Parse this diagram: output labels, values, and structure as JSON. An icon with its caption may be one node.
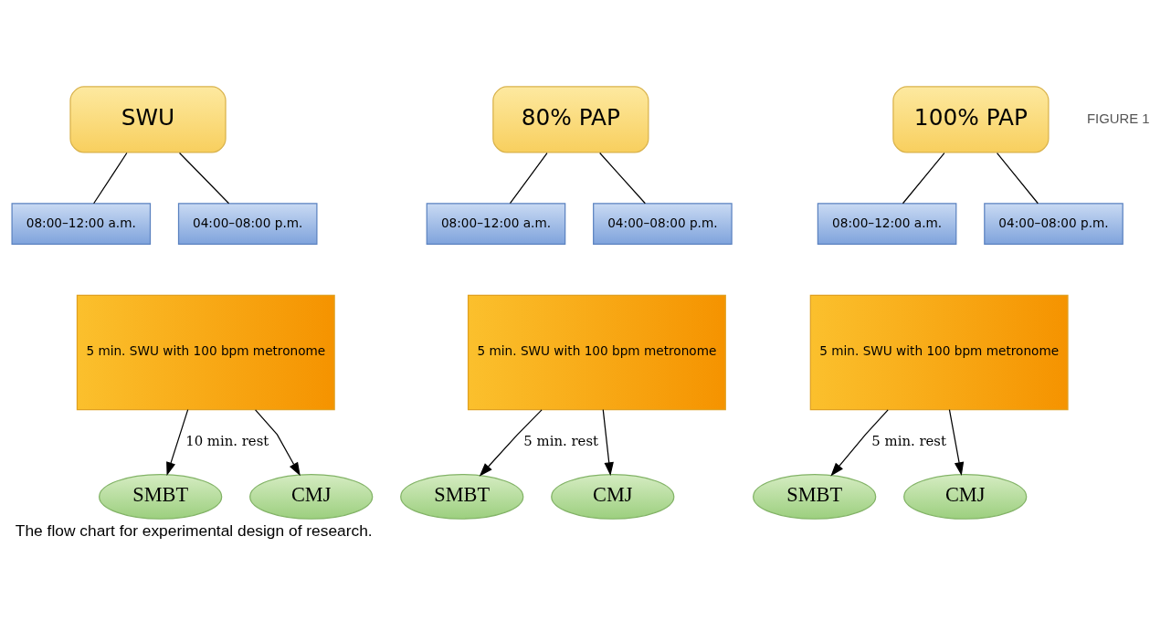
{
  "diagram": {
    "caption": "The flow chart for experimental design of research.",
    "nodes": [
      {
        "text": [
          "SWU"
        ]
      },
      {
        "text": [
          "08:00–12:00 a.m."
        ]
      },
      {
        "text": [
          "04:00–08:00 p.m."
        ]
      },
      {
        "text": [
          "5 min. SWU with 100 bpm metronome"
        ]
      },
      {
        "text": [
          "SMBT"
        ]
      },
      {
        "text": [
          "CMJ"
        ]
      },
      {
        "text": [
          "80% PAP"
        ]
      },
      {
        "text": [
          "08:00–12:00 a.m."
        ]
      },
      {
        "text": [
          "04:00–08:00 p.m."
        ]
      },
      {
        "text": [
          "5 min. SWU with 100 bpm metronome"
        ]
      },
      {
        "text": [
          "SMBT"
        ]
      },
      {
        "text": [
          "CMJ"
        ]
      },
      {
        "text": [
          "100% PAP"
        ]
      },
      {
        "text": [
          "08:00–12:00 a.m."
        ]
      },
      {
        "text": [
          "04:00–08:00 p.m."
        ]
      },
      {
        "text": [
          "5 min. SWU with 100 bpm metronome"
        ]
      },
      {
        "text": [
          "SMBT"
        ]
      },
      {
        "text": [
          "CMJ"
        ]
      }
    ],
    "edges": [
      {
        "from": 0,
        "to": 1,
        "arrow": "none"
      },
      {
        "from": 0,
        "to": 2,
        "arrow": "none"
      },
      {
        "from": 3,
        "to": 4,
        "arrow": "to",
        "label": "10 min. rest"
      },
      {
        "from": 3,
        "to": 5,
        "arrow": "to"
      },
      {
        "from": 6,
        "to": 7,
        "arrow": "none"
      },
      {
        "from": 6,
        "to": 8,
        "arrow": "none"
      },
      {
        "from": 9,
        "to": 10,
        "arrow": "to",
        "label": "5 min. rest"
      },
      {
        "from": 9,
        "to": 11,
        "arrow": "to"
      },
      {
        "from": 12,
        "to": 13,
        "arrow": "none"
      },
      {
        "from": 12,
        "to": 14,
        "arrow": "none"
      },
      {
        "from": 15,
        "to": 16,
        "arrow": "to",
        "label": "5 min. rest"
      },
      {
        "from": 15,
        "to": 17,
        "arrow": "to"
      }
    ],
    "labels": [
      "FIGURE 1"
    ]
  }
}
